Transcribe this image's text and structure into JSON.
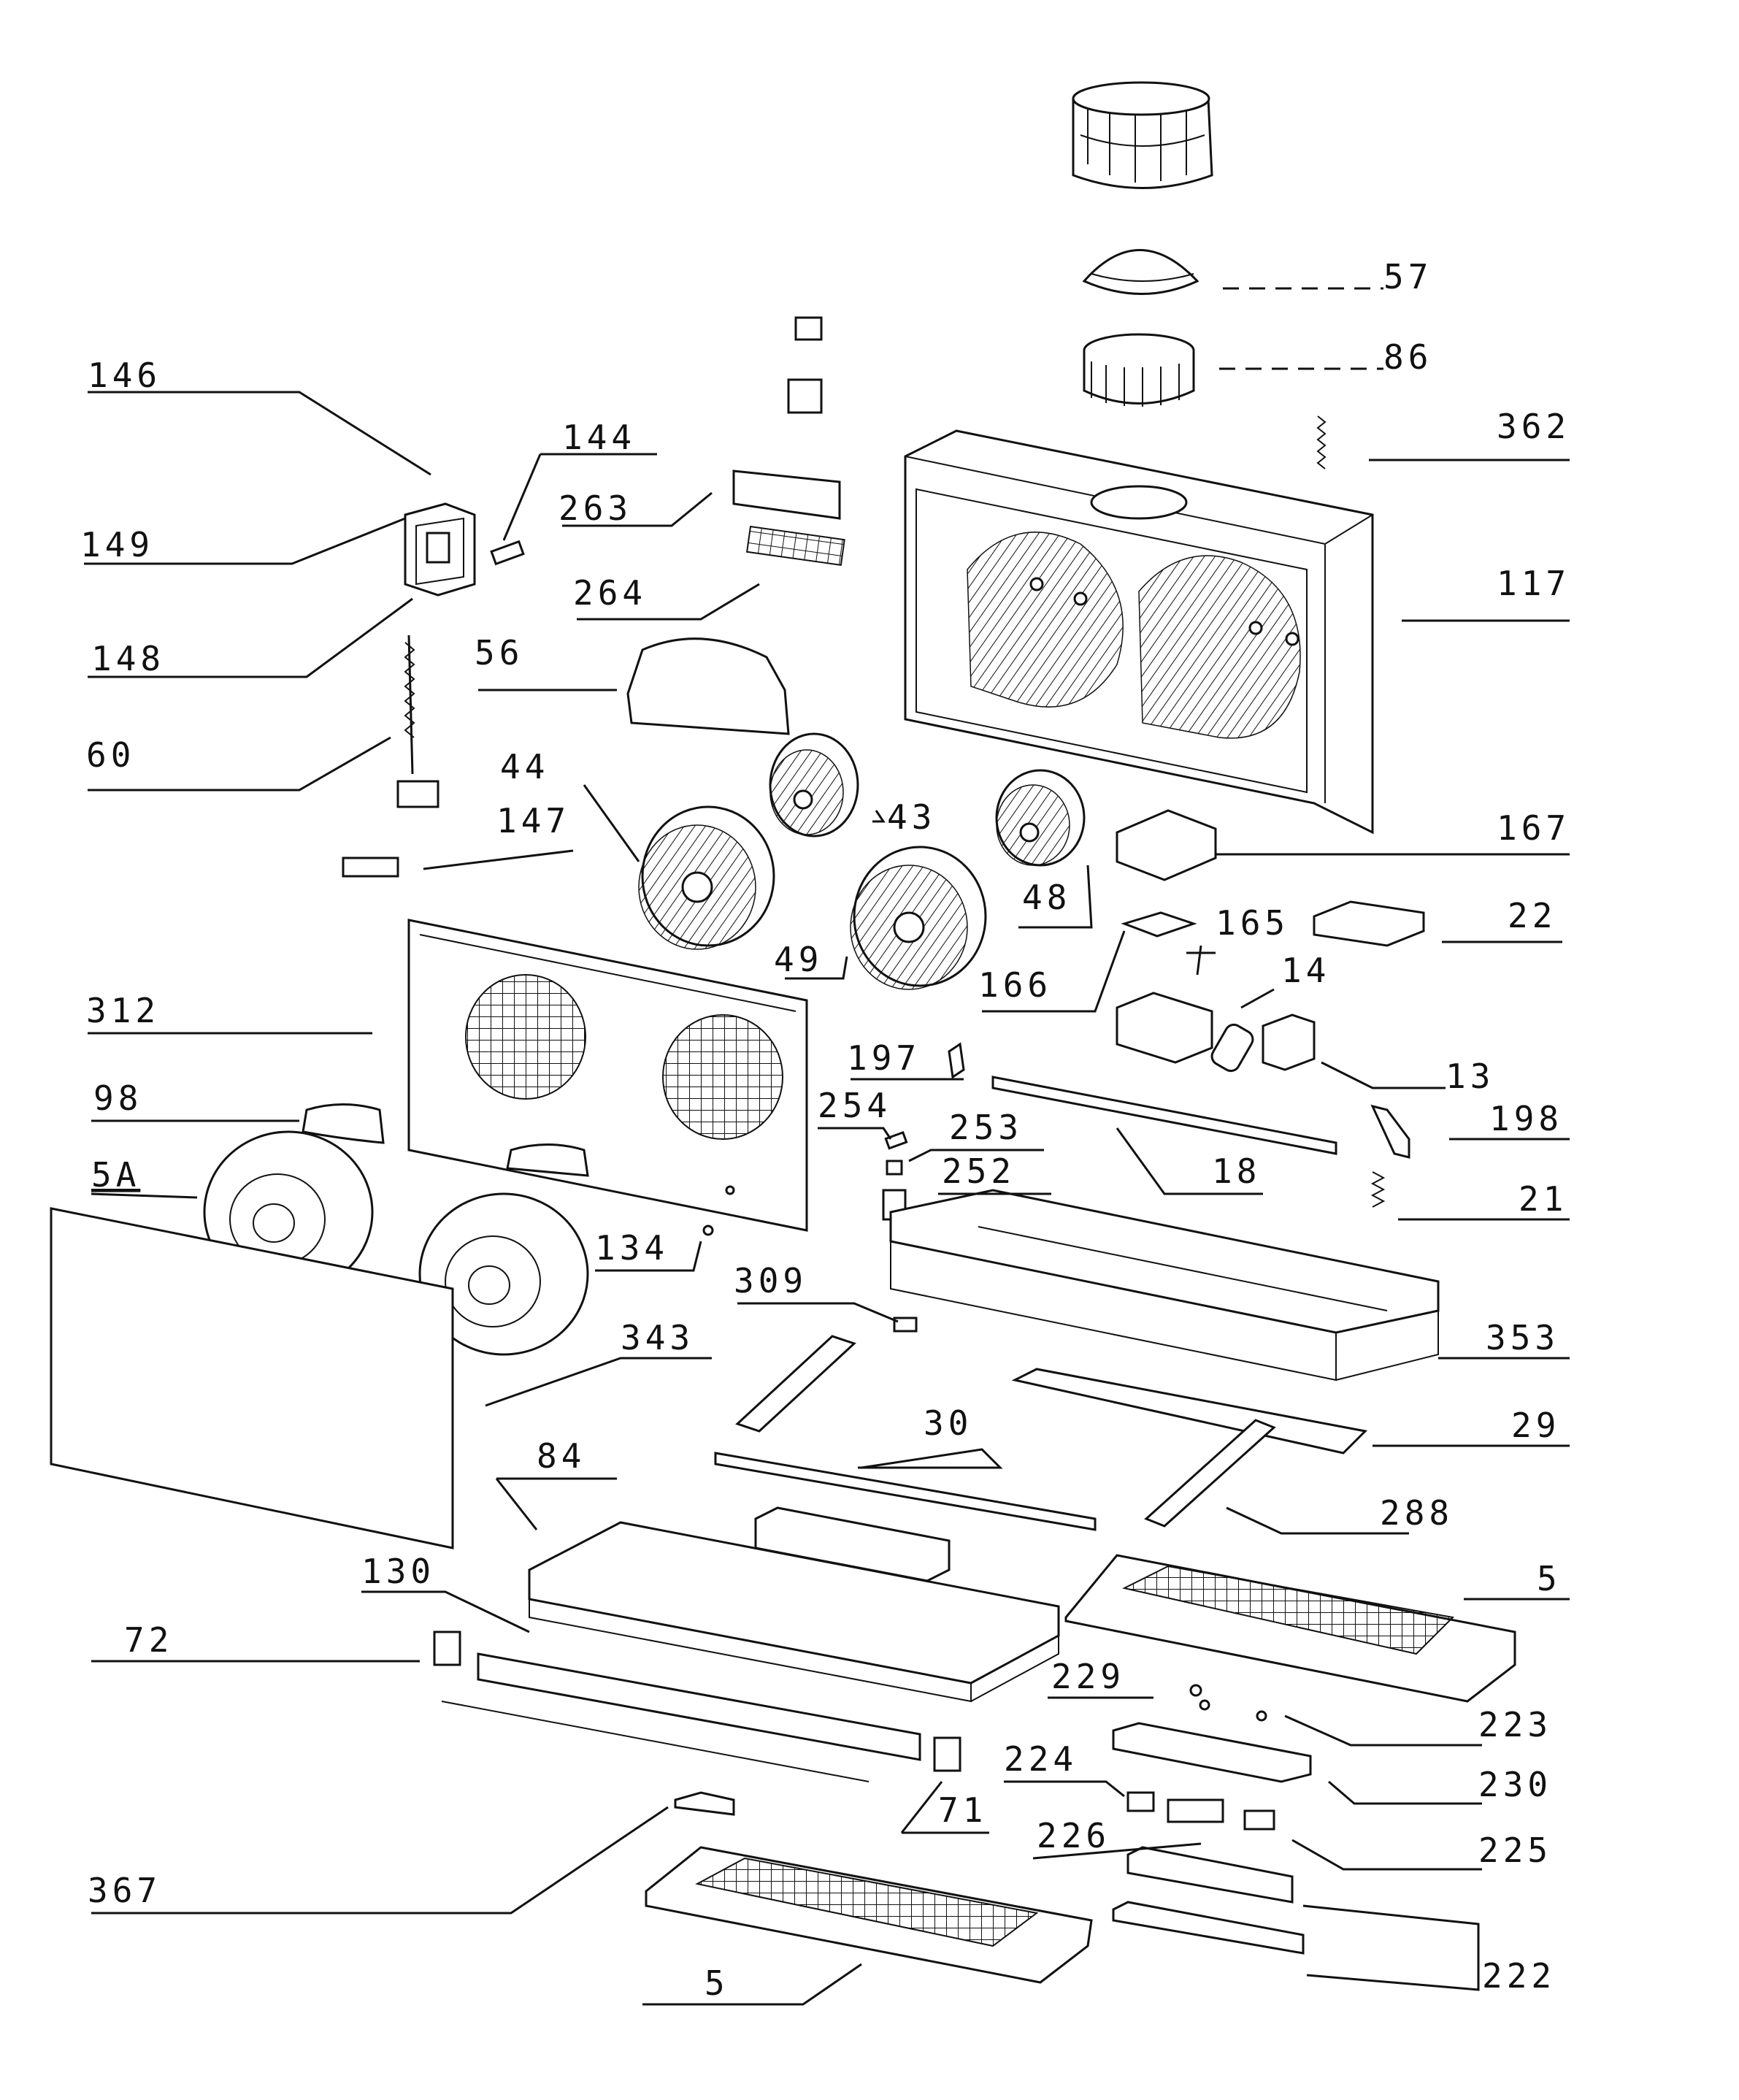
{
  "labels": {
    "p146": "146",
    "p144": "144",
    "p149": "149",
    "p263": "263",
    "p148": "148",
    "p264": "264",
    "p56": "56",
    "p60": "60",
    "p44": "44",
    "p43": "43",
    "p147": "147",
    "p48": "48",
    "p167": "167",
    "p165": "165",
    "p22": "22",
    "p49": "49",
    "p166": "166",
    "p14": "14",
    "p312": "312",
    "p197": "197",
    "p13": "13",
    "p98": "98",
    "p254": "254",
    "p253": "253",
    "p198": "198",
    "p5A": "5A",
    "p252": "252",
    "p18": "18",
    "p21": "21",
    "p134": "134",
    "p309": "309",
    "p343": "343",
    "p353": "353",
    "p30": "30",
    "p29": "29",
    "p84": "84",
    "p288": "288",
    "p130": "130",
    "p5a": "5",
    "p72": "72",
    "p229": "229",
    "p223": "223",
    "p224": "224",
    "p230": "230",
    "p71": "71",
    "p226": "226",
    "p225": "225",
    "p367": "367",
    "p222": "222",
    "p5b": "5",
    "p57": "57",
    "p86": "86",
    "p362": "362",
    "p117": "117"
  },
  "colors": {
    "ink": "#111111",
    "paper": "#ffffff"
  }
}
